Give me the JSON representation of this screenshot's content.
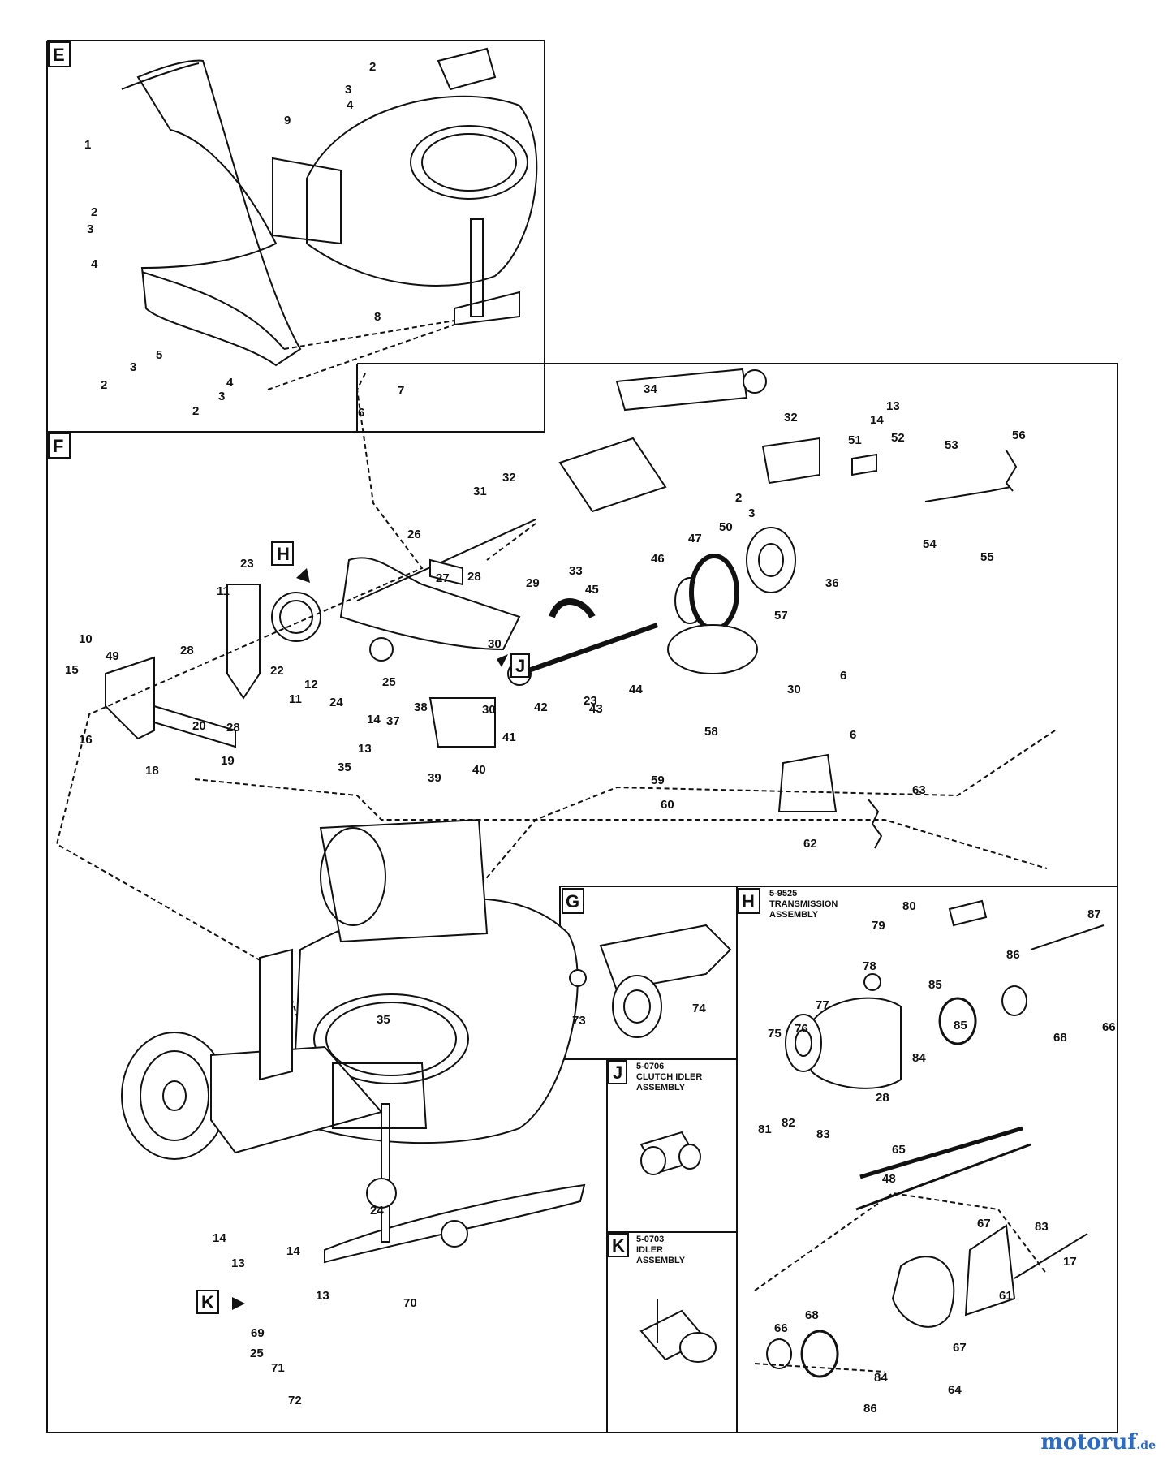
{
  "watermark": {
    "main": "motoruf",
    "tld": ".de"
  },
  "sections": {
    "E": "E",
    "F": "F",
    "G": "G",
    "H": "H",
    "J": "J",
    "K": "K"
  },
  "callouts": {
    "H_arrow": "H",
    "J_arrow": "J",
    "K_arrow": "K"
  },
  "subassemblies": {
    "H": {
      "number": "5-9525",
      "line1": "TRANSMISSION",
      "line2": "ASSEMBLY"
    },
    "J": {
      "number": "5-0706",
      "line1": "CLUTCH IDLER",
      "line2": "ASSEMBLY"
    },
    "K": {
      "number": "5-0703",
      "line1": "IDLER",
      "line2": "ASSEMBLY"
    }
  },
  "part_numbers": {
    "E": [
      "2",
      "3",
      "4",
      "9",
      "1",
      "2",
      "3",
      "4",
      "8",
      "5",
      "2",
      "3",
      "4",
      "7",
      "3",
      "6",
      "2"
    ],
    "F": [
      "34",
      "32",
      "14",
      "13",
      "51",
      "52",
      "53",
      "56",
      "31",
      "32",
      "2",
      "3",
      "54",
      "55",
      "50",
      "36",
      "26",
      "33",
      "47",
      "46",
      "23",
      "28",
      "29",
      "45",
      "11",
      "27",
      "57",
      "10",
      "49",
      "15",
      "28",
      "22",
      "12",
      "30",
      "44",
      "43",
      "24",
      "25",
      "11",
      "38",
      "37",
      "28",
      "20",
      "14",
      "30",
      "42",
      "23",
      "58",
      "16",
      "13",
      "41",
      "19",
      "18",
      "35",
      "39",
      "40",
      "30",
      "6",
      "6",
      "59",
      "60",
      "63",
      "62"
    ],
    "G": [
      "74",
      "73"
    ],
    "H": [
      "80",
      "79",
      "87",
      "78",
      "86",
      "85",
      "77",
      "75",
      "76",
      "66",
      "68",
      "85",
      "84",
      "28",
      "81",
      "82",
      "83",
      "65",
      "48",
      "67",
      "83",
      "17",
      "61",
      "66",
      "68",
      "67",
      "84",
      "64",
      "86"
    ],
    "K_area": [
      "35",
      "14",
      "24",
      "14",
      "13",
      "13",
      "69",
      "70",
      "25",
      "71",
      "72"
    ]
  }
}
